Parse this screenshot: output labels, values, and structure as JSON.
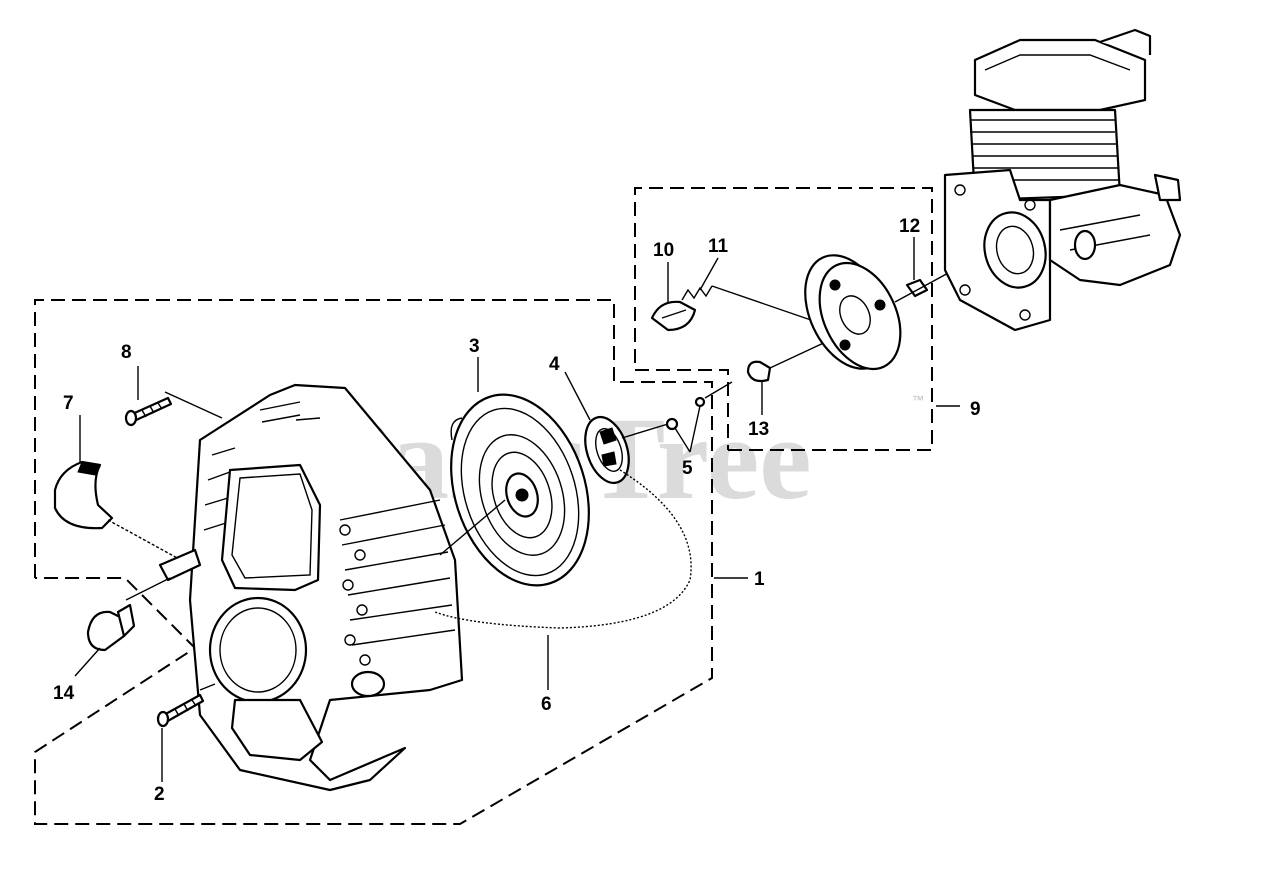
{
  "watermark": {
    "text": "PartsTree",
    "mark": "™"
  },
  "callouts": {
    "c1": "1",
    "c2": "2",
    "c3": "3",
    "c4": "4",
    "c5": "5",
    "c6": "6",
    "c7": "7",
    "c8": "8",
    "c9": "9",
    "c10": "10",
    "c11": "11",
    "c12": "12",
    "c13": "13",
    "c14": "14"
  }
}
